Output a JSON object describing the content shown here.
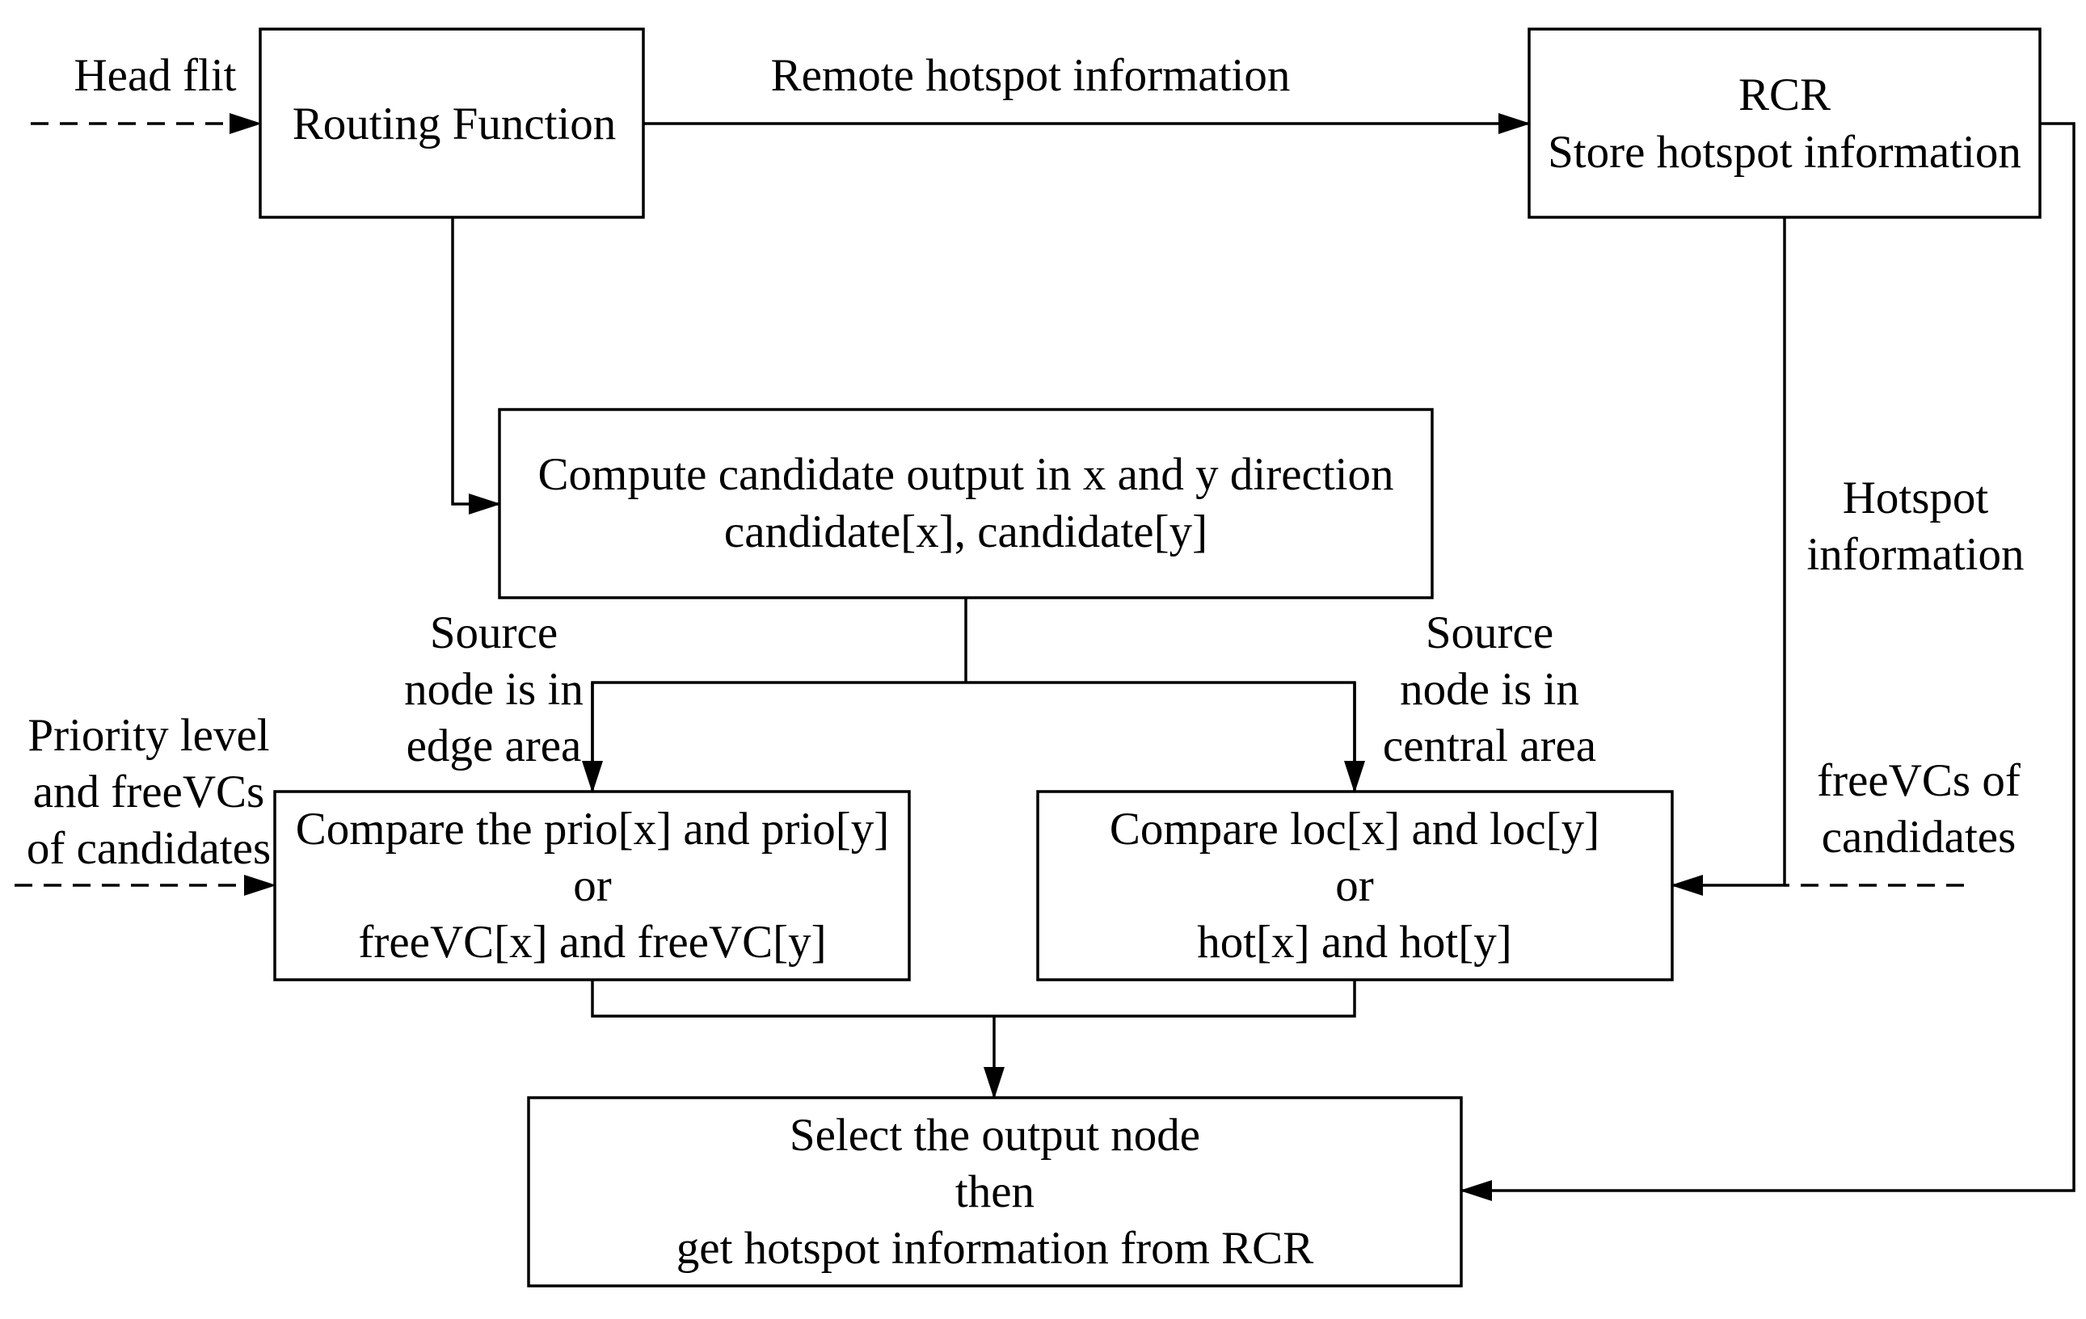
{
  "nodes": {
    "routing": {
      "label": "Routing Function"
    },
    "rcr": {
      "line1": "RCR",
      "line2": "Store hotspot information"
    },
    "compute": {
      "line1": "Compute candidate output in x and y direction",
      "line2": "candidate[x], candidate[y]"
    },
    "compare_prio": {
      "line1": "Compare the prio[x] and prio[y]",
      "line2": "or",
      "line3": "freeVC[x] and freeVC[y]"
    },
    "compare_loc": {
      "line1": "Compare loc[x] and loc[y]",
      "line2": "or",
      "line3": "hot[x] and hot[y]"
    },
    "select": {
      "line1": "Select the output node",
      "line2": "then",
      "line3": "get hotspot information from RCR"
    }
  },
  "edge_labels": {
    "head_flit": "Head flit",
    "remote_hotspot": "Remote hotspot information",
    "hotspot_info": [
      "Hotspot",
      "information"
    ],
    "edge_area": [
      "Source",
      "node is in",
      "edge area"
    ],
    "central_area": [
      "Source",
      "node is in",
      "central area"
    ],
    "priority_inputs": [
      "Priority level",
      "and freeVCs",
      "of candidates"
    ],
    "freevcs_inputs": [
      "freeVCs of",
      "candidates"
    ]
  },
  "colors": {
    "stroke": "#000000",
    "background": "#ffffff",
    "text": "#000000"
  }
}
